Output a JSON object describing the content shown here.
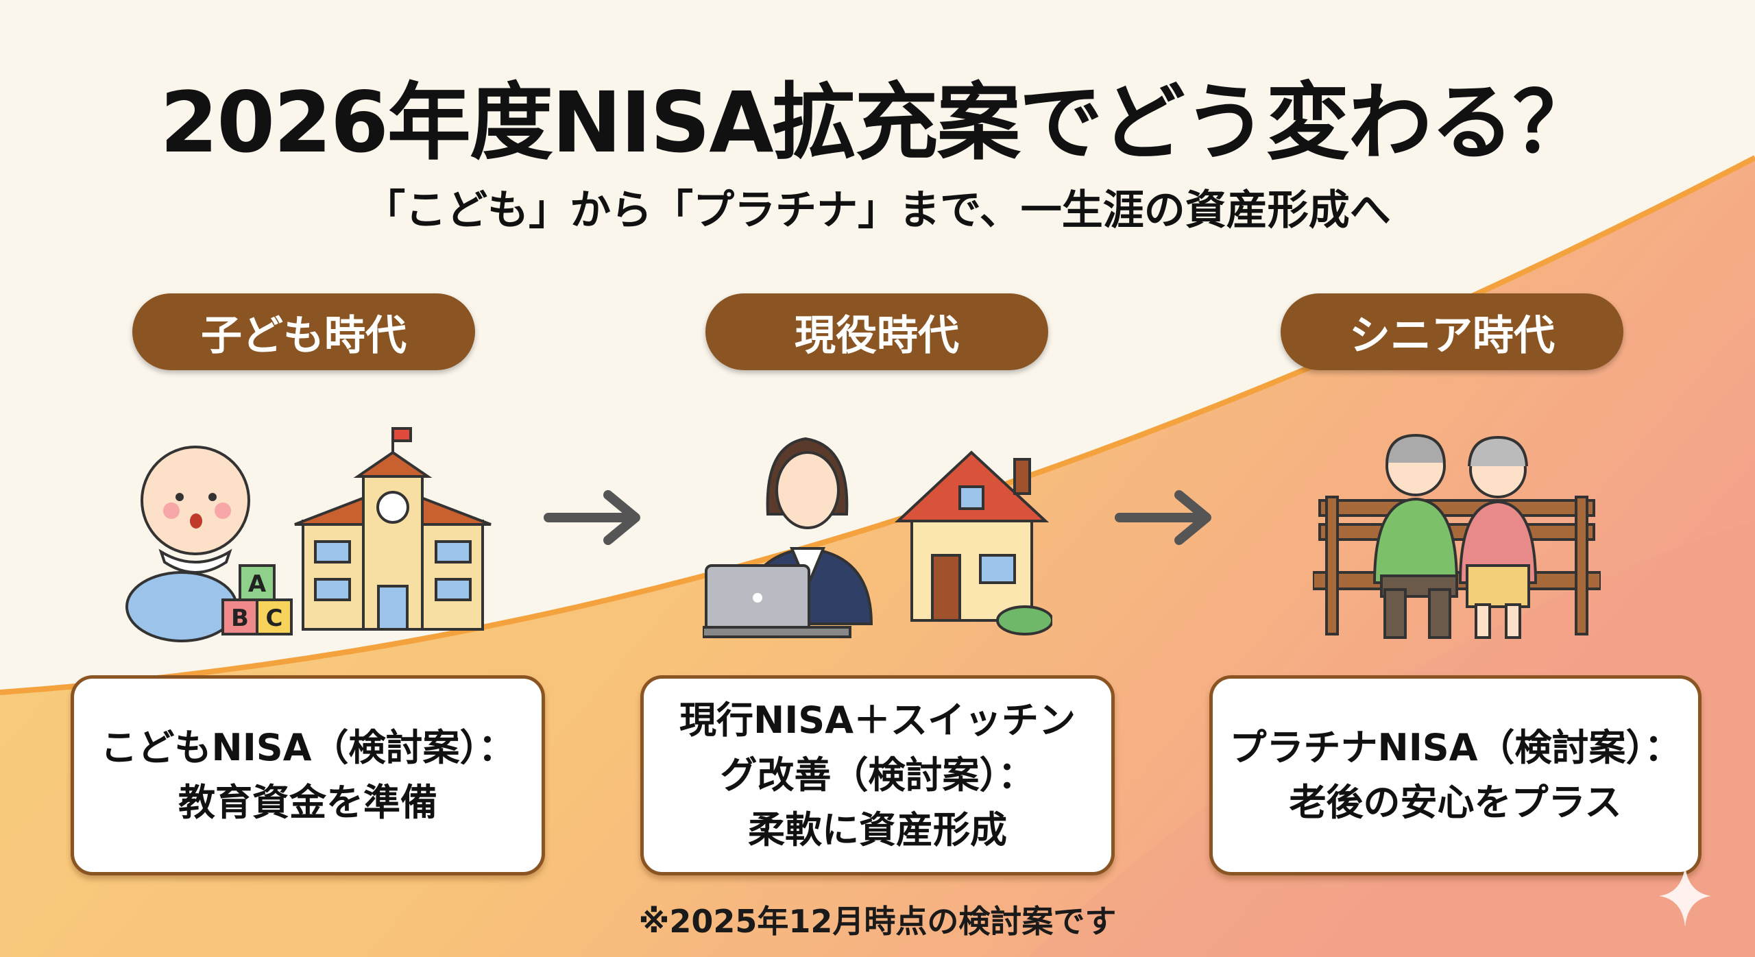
{
  "header": {
    "title": "2026年度NISA拡充案でどう変わる？",
    "subtitle": "「こども」から「プラチナ」まで、一生涯の資産形成へ"
  },
  "stages": [
    {
      "label": "子ども時代",
      "lines": [
        "こどもNISA（検討案）：",
        "教育資金を準備"
      ]
    },
    {
      "label": "現役時代",
      "lines": [
        "現行NISA＋スイッチン",
        "グ改善（検討案）：",
        "柔軟に資産形成"
      ]
    },
    {
      "label": "シニア時代",
      "lines": [
        "プラチナNISA（検討案）：",
        "老後の安心をプラス"
      ]
    }
  ],
  "footnote": "※2025年12月時点の検討案です",
  "colors": {
    "background": "#fbf6ec",
    "pill": "#8a5522",
    "border": "#8a5522",
    "wave_start": "#f9d27e",
    "wave_end": "#f4a68a"
  },
  "illustrations": {
    "block_letters": [
      "A",
      "B",
      "C"
    ]
  }
}
